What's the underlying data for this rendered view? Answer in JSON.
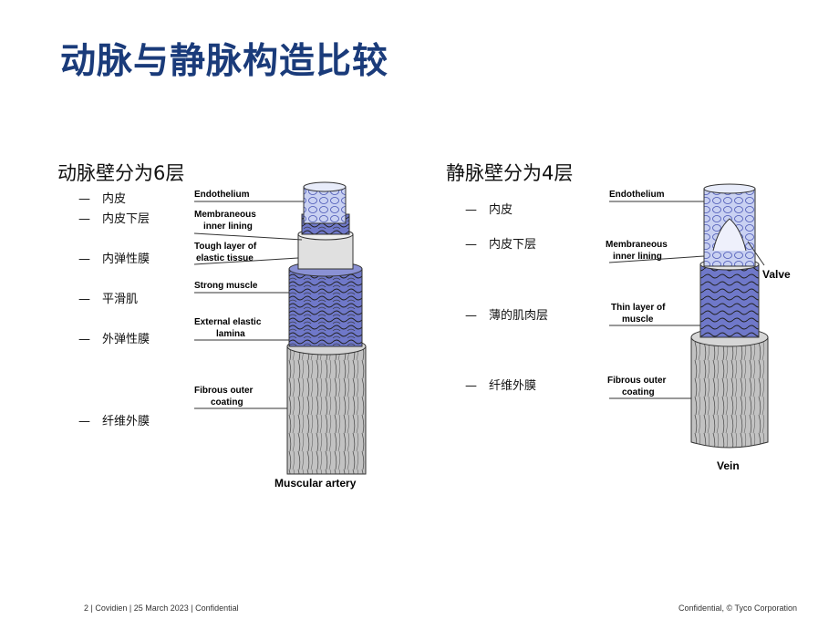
{
  "title": "动脉与静脉构造比较",
  "artery": {
    "heading": "动脉壁分为6层",
    "bullets": [
      "内皮",
      "内皮下层",
      "内弹性膜",
      "平滑肌",
      "外弹性膜",
      "纤维外膜"
    ],
    "diagram_labels": {
      "l1a": "Endothelium",
      "l2a": "Membraneous",
      "l2b": "inner lining",
      "l3a": "Tough layer of",
      "l3b": "elastic tissue",
      "l4a": "Strong muscle",
      "l5a": "External elastic",
      "l5b": "lamina",
      "l6a": "Fibrous outer",
      "l6b": "coating"
    },
    "caption": "Muscular artery"
  },
  "vein": {
    "heading": "静脉壁分为4层",
    "bullets": [
      "内皮",
      "内皮下层",
      "薄的肌肉层",
      "纤维外膜"
    ],
    "diagram_labels": {
      "l1a": "Endothelium",
      "l2a": "Membraneous",
      "l2b": "inner lining",
      "l3a": "Thin layer of",
      "l3b": "muscle",
      "l4a": "Fibrous outer",
      "l4b": "coating",
      "valve": "Valve"
    },
    "caption": "Vein"
  },
  "bullet_dash": "—",
  "footer": {
    "left": "2  |  Covidien  |  25 March 2023  |  Confidential",
    "right": "Confidential, © Tyco Corporation"
  },
  "colors": {
    "title": "#1a3b7a",
    "endothelium": "#c9d1f2",
    "muscle": "#6f78c9",
    "outer": "#bdbdbd"
  }
}
